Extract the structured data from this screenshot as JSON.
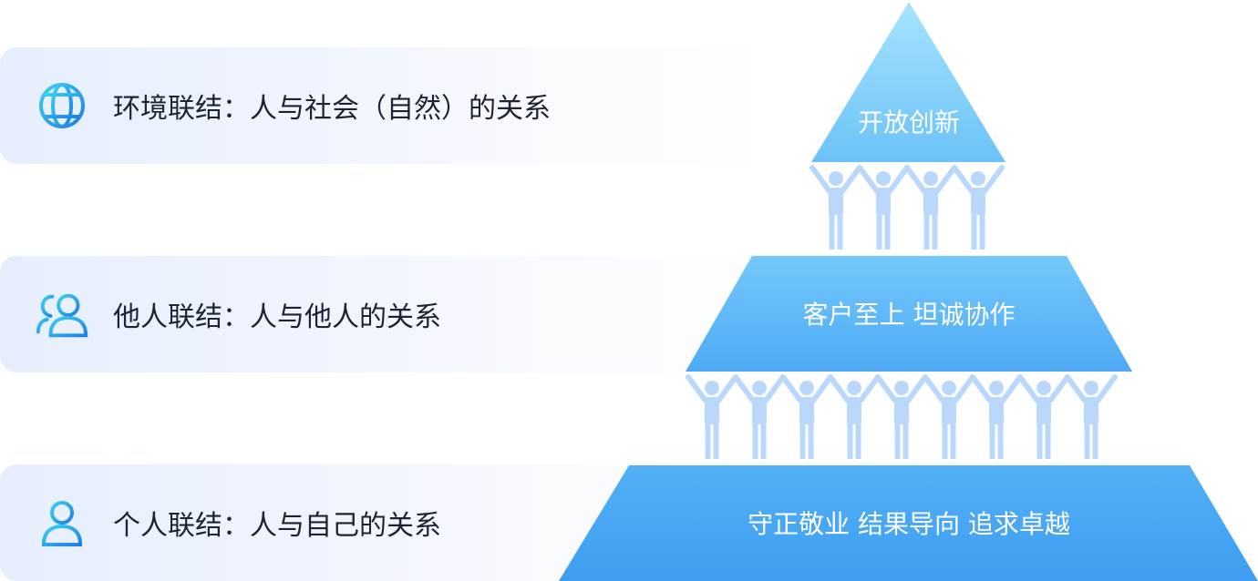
{
  "relations": [
    {
      "icon": "globe-icon",
      "text": "环境联结：人与社会（自然）的关系"
    },
    {
      "icon": "group-icon",
      "text": "他人联结：人与他人的关系"
    },
    {
      "icon": "person-icon",
      "text": "个人联结：人与自己的关系"
    }
  ],
  "pyramid": {
    "top": "开放创新",
    "middle": "客户至上  坦诚协作",
    "bottom": "守正敬业  结果导向  追求卓越"
  },
  "colors": {
    "accent": "#2b9cf2",
    "top_tier": "#7fd0fb",
    "middle_tier": "#5bb6f7",
    "bottom_tier": "#4aa7f5",
    "figures": "#b9d8fb",
    "text": "#1e2333"
  }
}
